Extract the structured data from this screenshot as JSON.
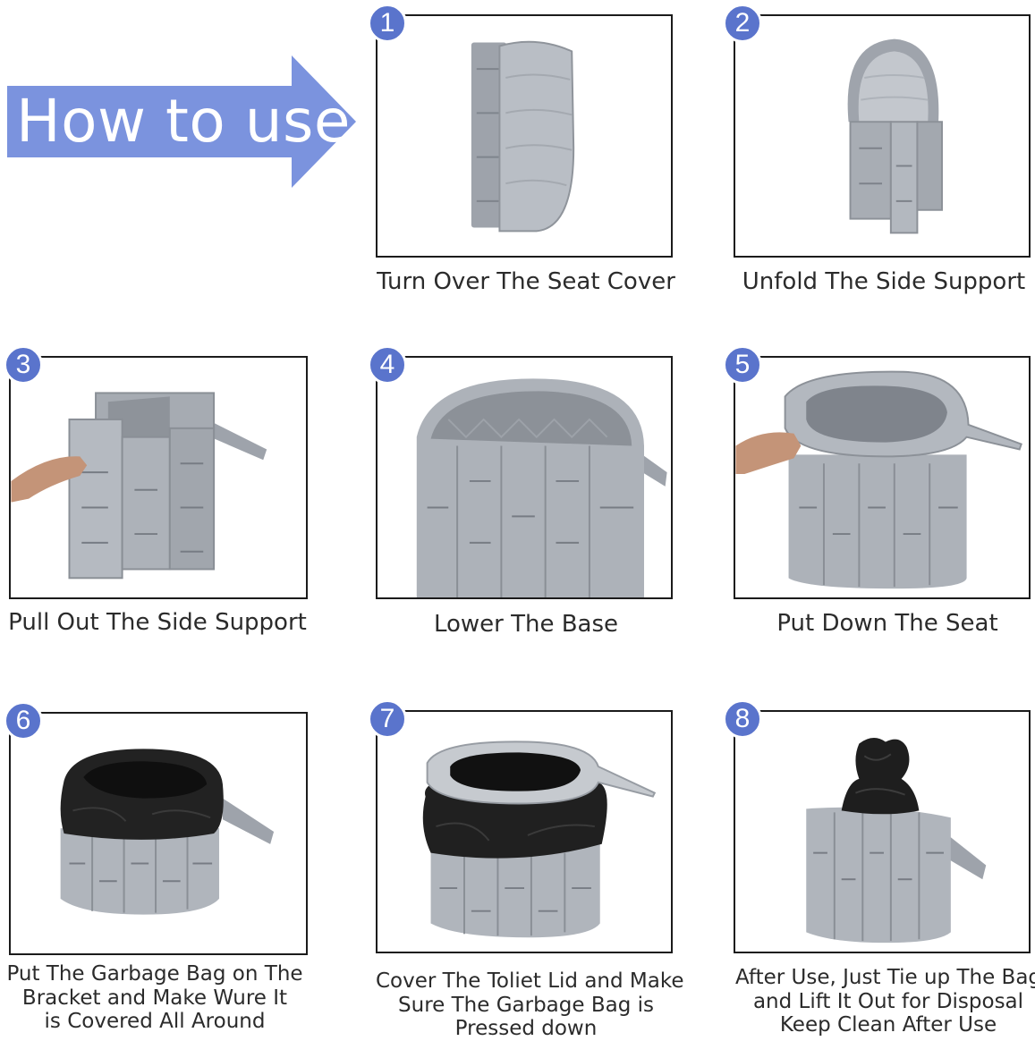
{
  "header": {
    "title": "How to use",
    "arrow_color": "#7b93de"
  },
  "colors": {
    "badge": "#5a74cc",
    "product_gray": "#a9adb4",
    "product_dark": "#8a8f97",
    "bag_black": "#1f1f1f",
    "frame_border": "#1b1b1b"
  },
  "steps": [
    {
      "number": "1",
      "lines": [
        "Turn Over The Seat Cover"
      ]
    },
    {
      "number": "2",
      "lines": [
        "Unfold The Side Support"
      ]
    },
    {
      "number": "3",
      "lines": [
        "Pull Out The Side Support"
      ]
    },
    {
      "number": "4",
      "lines": [
        "Lower The Base"
      ]
    },
    {
      "number": "5",
      "lines": [
        "Put Down The Seat"
      ]
    },
    {
      "number": "6",
      "lines": [
        "Put The Garbage Bag on The",
        "Bracket and Make Wure It",
        "is Covered All Around"
      ]
    },
    {
      "number": "7",
      "lines": [
        "Cover The Toliet Lid and Make",
        "Sure The Garbage Bag is",
        "Pressed down"
      ]
    },
    {
      "number": "8",
      "lines": [
        "After Use, Just Tie up The Bag",
        "and Lift It Out for Disposal",
        "Keep Clean After Use"
      ]
    }
  ]
}
